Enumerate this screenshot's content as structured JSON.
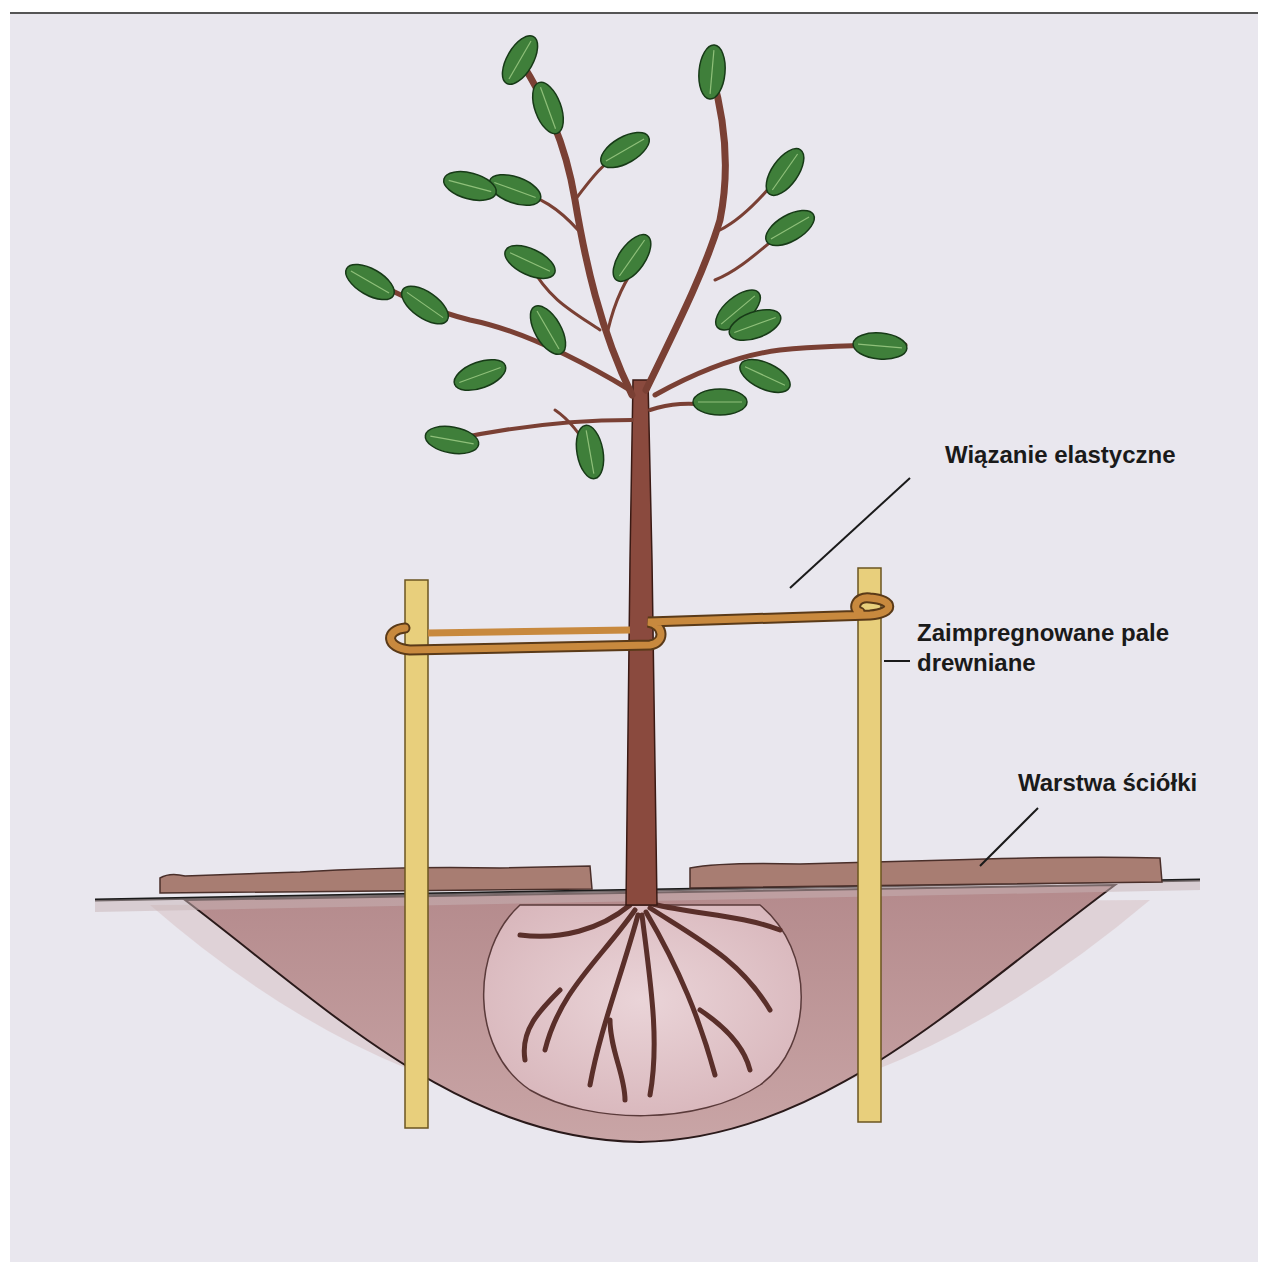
{
  "diagram": {
    "labels": [
      "Wiązanie elastyczne",
      "Zaimpregnowane pale drewniane",
      "Warstwa ściółki"
    ]
  }
}
